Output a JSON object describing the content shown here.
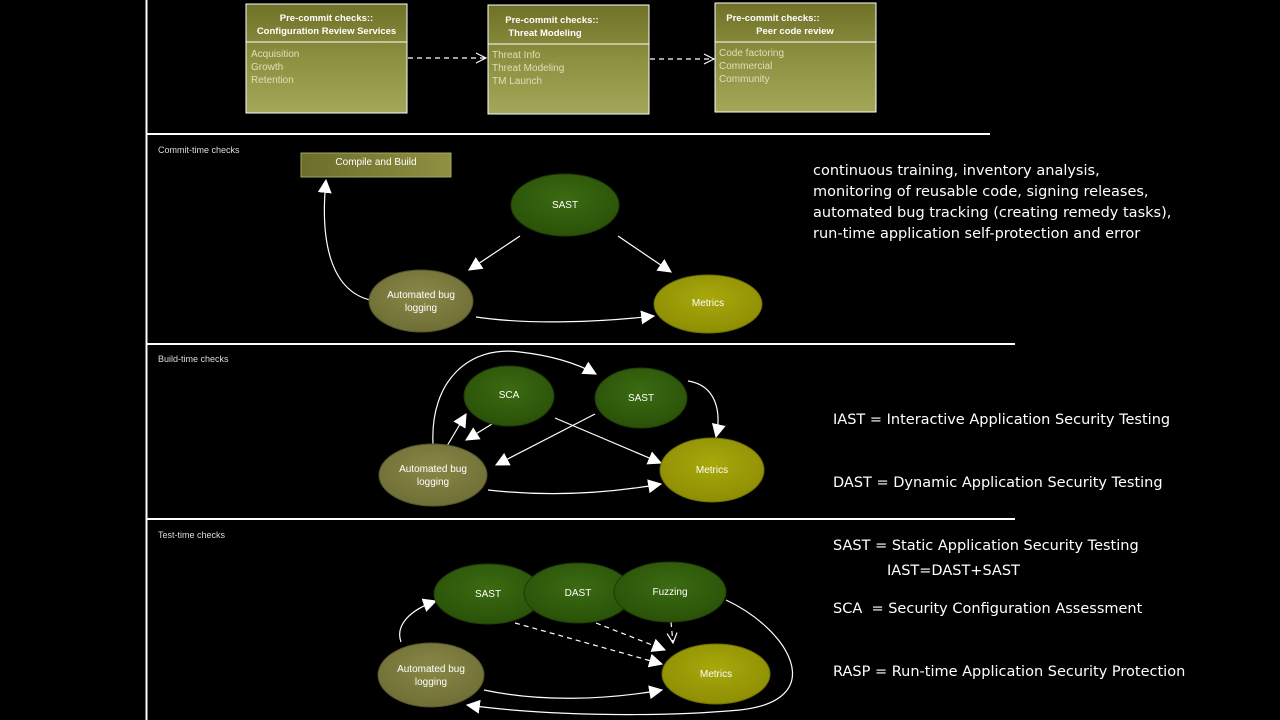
{
  "precommit_boxes": [
    {
      "title1": "Pre-commit checks::",
      "title2": "Configuration Review Services",
      "items": [
        "Acquisition",
        "Growth",
        "Retention"
      ]
    },
    {
      "title1": "Pre-commit checks::",
      "title2": "Threat Modeling",
      "items": [
        "Threat Info",
        "Threat Modeling",
        "TM Launch"
      ]
    },
    {
      "title1": "Pre-commit checks::",
      "title2": "Peer code review",
      "items": [
        "Code factoring",
        "Commercial",
        "Community"
      ]
    }
  ],
  "lanes": {
    "commit": {
      "label": "Commit-time checks",
      "compile": "Compile and Build",
      "sast": "SAST",
      "bug_line1": "Automated bug",
      "bug_line2": "logging",
      "metrics": "Metrics"
    },
    "build": {
      "label": "Build-time checks",
      "sca": "SCA",
      "sast": "SAST",
      "bug_line1": "Automated bug",
      "bug_line2": "logging",
      "metrics": "Metrics"
    },
    "test": {
      "label": "Test-time checks",
      "sast": "SAST",
      "dast": "DAST",
      "fuzzing": "Fuzzing",
      "bug_line1": "Automated bug",
      "bug_line2": "logging",
      "metrics": "Metrics"
    }
  },
  "notes": {
    "commit_lines": [
      "continuous training, inventory analysis,",
      "monitoring of reusable code, signing releases,",
      "automated bug tracking (creating remedy tasks),",
      "run-time application self-protection and error"
    ],
    "glossary": [
      "IAST = Interactive Application Security Testing",
      "DAST = Dynamic Application Security Testing",
      "SAST = Static Application Security Testing",
      "SCA  = Security Configuration Assessment",
      "RASP = Run-time Application Security Protection"
    ],
    "iast": "IAST=DAST+SAST"
  },
  "colors": {
    "background": "#000000",
    "olive_box": "#8a8c3c",
    "dark_green": "#2e5a0a",
    "khaki": "#7b7a3e",
    "yellow_olive": "#9a9a06",
    "line": "#ffffff"
  }
}
